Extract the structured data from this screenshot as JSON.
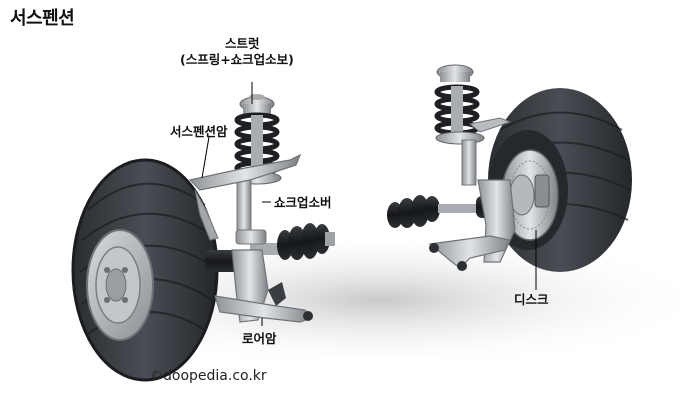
{
  "title": "서스펜션",
  "labels": {
    "strut_line1": "스트럿",
    "strut_line2": "(스프링+쇼크업소보)",
    "suspension_arm": "서스펜션암",
    "shock_absorber": "쇼크업소버",
    "lower_arm": "로어암",
    "disc": "디스크"
  },
  "watermark": {
    "symbol": "©",
    "text": "doopedia.co.kr"
  }
}
